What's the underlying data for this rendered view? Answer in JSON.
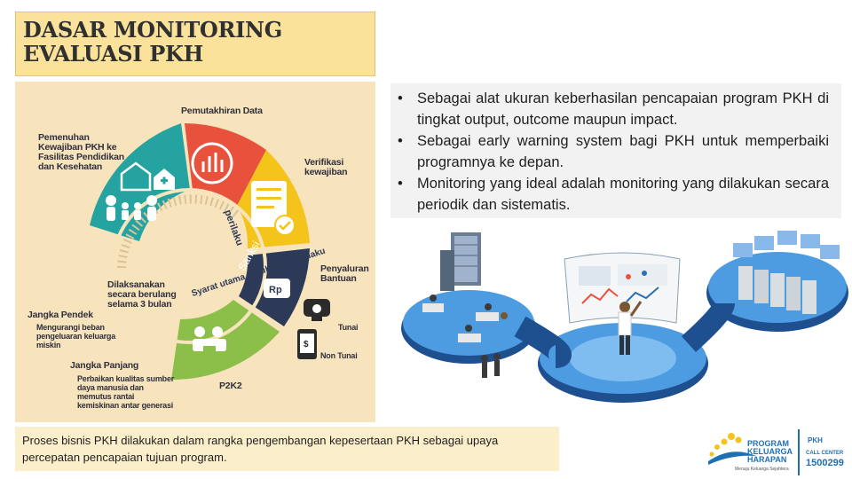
{
  "slide": {
    "title": "DASAR MONITORING EVALUASI PKH",
    "bullets": [
      "Sebagai alat ukuran keberhasilan pencapaian program PKH di tingkat output, outcome maupun impact.",
      "Sebagai early warning system bagi PKH untuk memperbaiki programnya ke depan.",
      "Monitoring yang ideal adalah monitoring yang dilakukan secara periodik dan sistematis."
    ],
    "bullet_glyph": "•",
    "footer_text": "Proses bisnis PKH dilakukan dalam rangka pengembangan kepesertaan PKH sebagai upaya percepatan pencapaian tujuan program."
  },
  "infographic": {
    "pemutakhiran": "Pemutakhiran Data",
    "pemenuhan": "Pemenuhan Kewajiban PKH ke Fasilitas Pendidikan dan Kesehatan",
    "verifikasi": "Verifikasi kewajiban",
    "penyaluran": "Penyaluran Bantuan",
    "tunai": "Tunai",
    "non_tunai": "Non Tunai",
    "dilaksanakan": "Dilaksanakan secara berulang selama 3 bulan",
    "jangka_pendek": "Jangka Pendek",
    "jangka_pendek_desc": "Mengurangi beban pengeluaran keluarga miskin",
    "jangka_panjang": "Jangka Panjang",
    "jangka_panjang_desc": "Perbaikan kualitas sumber daya manusia dan memutus rantai kemiskinan antar generasi",
    "p2k2": "P2K2",
    "sanksi": "Sanksi",
    "syarat": "Syarat utama perubahan perilaku",
    "rp": "Rp",
    "dollar": "$"
  },
  "logo": {
    "line1": "PROGRAM",
    "line2": "KELUARGA",
    "line3": "HARAPAN",
    "tagline": "Menuju Keluarga Sejahtera",
    "pkh_badge": "PKH",
    "call_center": "CALL CENTER",
    "phone": "1500299"
  },
  "colors": {
    "title_bg": "#fbe29a",
    "bullets_bg": "#f2f2f2",
    "footer_bg": "#fbeecb",
    "info_bg": "#f7e3bc",
    "seg_red": "#e8523d",
    "seg_yellow": "#f4c41a",
    "seg_navy": "#2d3a57",
    "seg_green": "#8cbe4a",
    "seg_teal": "#25a3a1",
    "logo_blue": "#1f6fb5"
  }
}
